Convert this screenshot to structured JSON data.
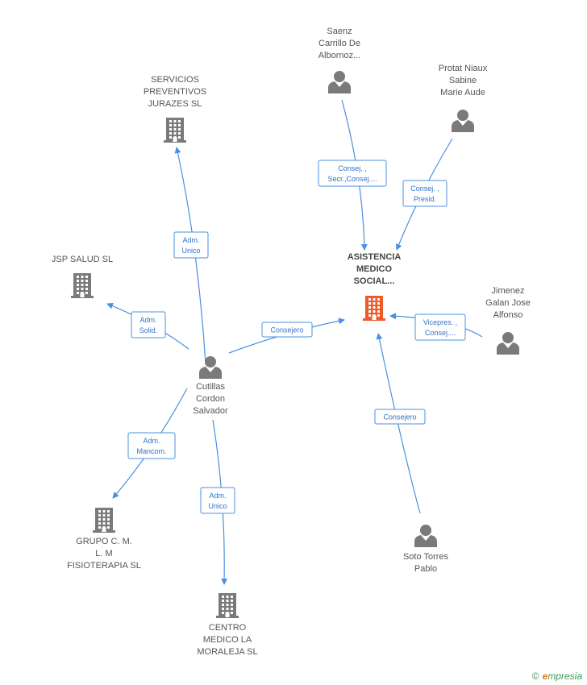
{
  "nodes": [
    {
      "id": "asistencia",
      "kind": "company",
      "main": true,
      "label_lines": [
        "ASISTENCIA",
        "MEDICO",
        "SOCIAL..."
      ]
    },
    {
      "id": "servicios",
      "kind": "company",
      "label_lines": [
        "SERVICIOS",
        "PREVENTIVOS",
        "JURAZES SL"
      ]
    },
    {
      "id": "jsp",
      "kind": "company",
      "label_lines": [
        "JSP SALUD  SL"
      ]
    },
    {
      "id": "grupo",
      "kind": "company",
      "label_lines": [
        "GRUPO C.  M.",
        "L. M",
        "FISIOTERAPIA SL"
      ]
    },
    {
      "id": "centro",
      "kind": "company",
      "label_lines": [
        "CENTRO",
        "MEDICO LA",
        "MORALEJA SL"
      ]
    },
    {
      "id": "cutillas",
      "kind": "person",
      "label_lines": [
        "Cutillas",
        "Cordon",
        "Salvador"
      ]
    },
    {
      "id": "saenz",
      "kind": "person",
      "label_lines": [
        "Saenz",
        "Carrillo De",
        "Albornoz..."
      ]
    },
    {
      "id": "protat",
      "kind": "person",
      "label_lines": [
        "Protat Niaux",
        "Sabine",
        "Marie Aude"
      ]
    },
    {
      "id": "jimenez",
      "kind": "person",
      "label_lines": [
        "Jimenez",
        "Galan Jose",
        "Alfonso"
      ]
    },
    {
      "id": "soto",
      "kind": "person",
      "label_lines": [
        "Soto Torres",
        "Pablo"
      ]
    }
  ],
  "edges": [
    {
      "from": "cutillas",
      "to": "servicios",
      "label_lines": [
        "Adm.",
        "Unico"
      ]
    },
    {
      "from": "cutillas",
      "to": "jsp",
      "label_lines": [
        "Adm.",
        "Solid."
      ]
    },
    {
      "from": "cutillas",
      "to": "asistencia",
      "label_lines": [
        "Consejero"
      ]
    },
    {
      "from": "cutillas",
      "to": "grupo",
      "label_lines": [
        "Adm.",
        "Mancom."
      ]
    },
    {
      "from": "cutillas",
      "to": "centro",
      "label_lines": [
        "Adm.",
        "Unico"
      ]
    },
    {
      "from": "saenz",
      "to": "asistencia",
      "label_lines": [
        "Consej. ,",
        "Secr.,Consej...."
      ]
    },
    {
      "from": "protat",
      "to": "asistencia",
      "label_lines": [
        "Consej. ,",
        "Presid."
      ]
    },
    {
      "from": "jimenez",
      "to": "asistencia",
      "label_lines": [
        "Vicepres. ,",
        "Consej...."
      ]
    },
    {
      "from": "soto",
      "to": "asistencia",
      "label_lines": [
        "Consejero"
      ]
    }
  ],
  "colors": {
    "edge": "#4a90e2",
    "company": "#7a7a7a",
    "main_company": "#f05a28",
    "person": "#7a7a7a"
  },
  "footer": {
    "copyright": "©",
    "brand_e": "e",
    "brand_rest": "mpresia"
  }
}
